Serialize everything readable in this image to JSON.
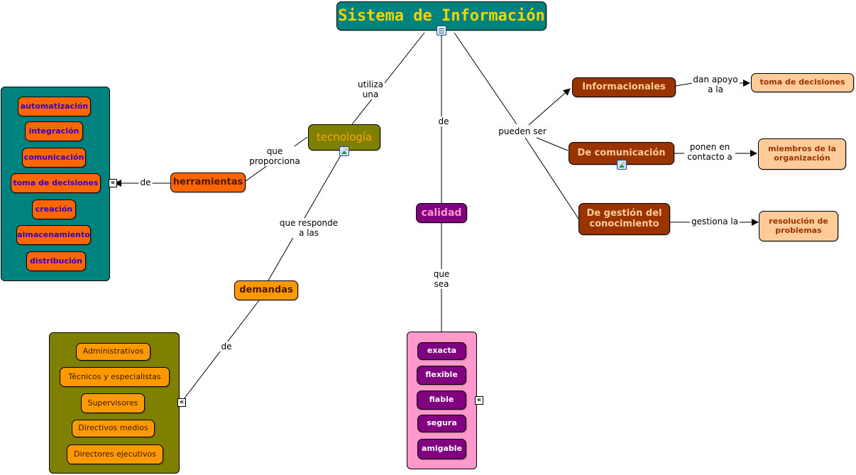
{
  "title": "Sistema de Información",
  "nodes": {
    "tecnologia": "tecnología",
    "herramientas": "herramientas",
    "demandas": "demandas",
    "calidad": "calidad",
    "informacionales": "Informacionales",
    "de_comunicacion": "De comunicación",
    "de_gestion": "De gestión del conocimiento",
    "toma_decisiones": "toma de decisiones",
    "miembros": "miembros de la organización",
    "resolucion": "resolución de problemas"
  },
  "link_labels": {
    "utiliza_una": "utiliza\nuna",
    "de_calidad": "de",
    "pueden_ser": "pueden ser",
    "que_proporciona": "que\nproporciona",
    "de_herramientas": "de",
    "que_responde": "que responde\na las",
    "de_demandas": "de",
    "que_sea": "que\nsea",
    "dan_apoyo": "dan apoyo\na la",
    "ponen_en_contacto": "ponen en\ncontacto a",
    "gestiona_la": "gestiona la"
  },
  "herramientas_list": [
    "automatización",
    "integración",
    "comunicación",
    "toma de decisiones",
    "creación",
    "almacenamiento",
    "distribución"
  ],
  "demandas_list": [
    "Administrativos",
    "Técnicos y especialistas",
    "Supervisores",
    "Directivos medios",
    "Directores ejecutivos"
  ],
  "calidad_list": [
    "exacta",
    "flexible",
    "fiable",
    "segura",
    "amigable"
  ],
  "icons": [
    "document-icon",
    "image-icon",
    "expand-icon"
  ],
  "colors": {
    "title_bg": "#00827f",
    "title_text": "#f2d400",
    "tecnologia_bg": "#808000",
    "tecnologia_text": "#ffa500",
    "orange": "#ff6600",
    "orange_light": "#ff9900",
    "purple": "#800080",
    "pink": "#ff99cc",
    "brown": "#993300",
    "peach": "#ffcc99",
    "herramientas_text": "#4b0082",
    "brown_text": "#993300"
  }
}
